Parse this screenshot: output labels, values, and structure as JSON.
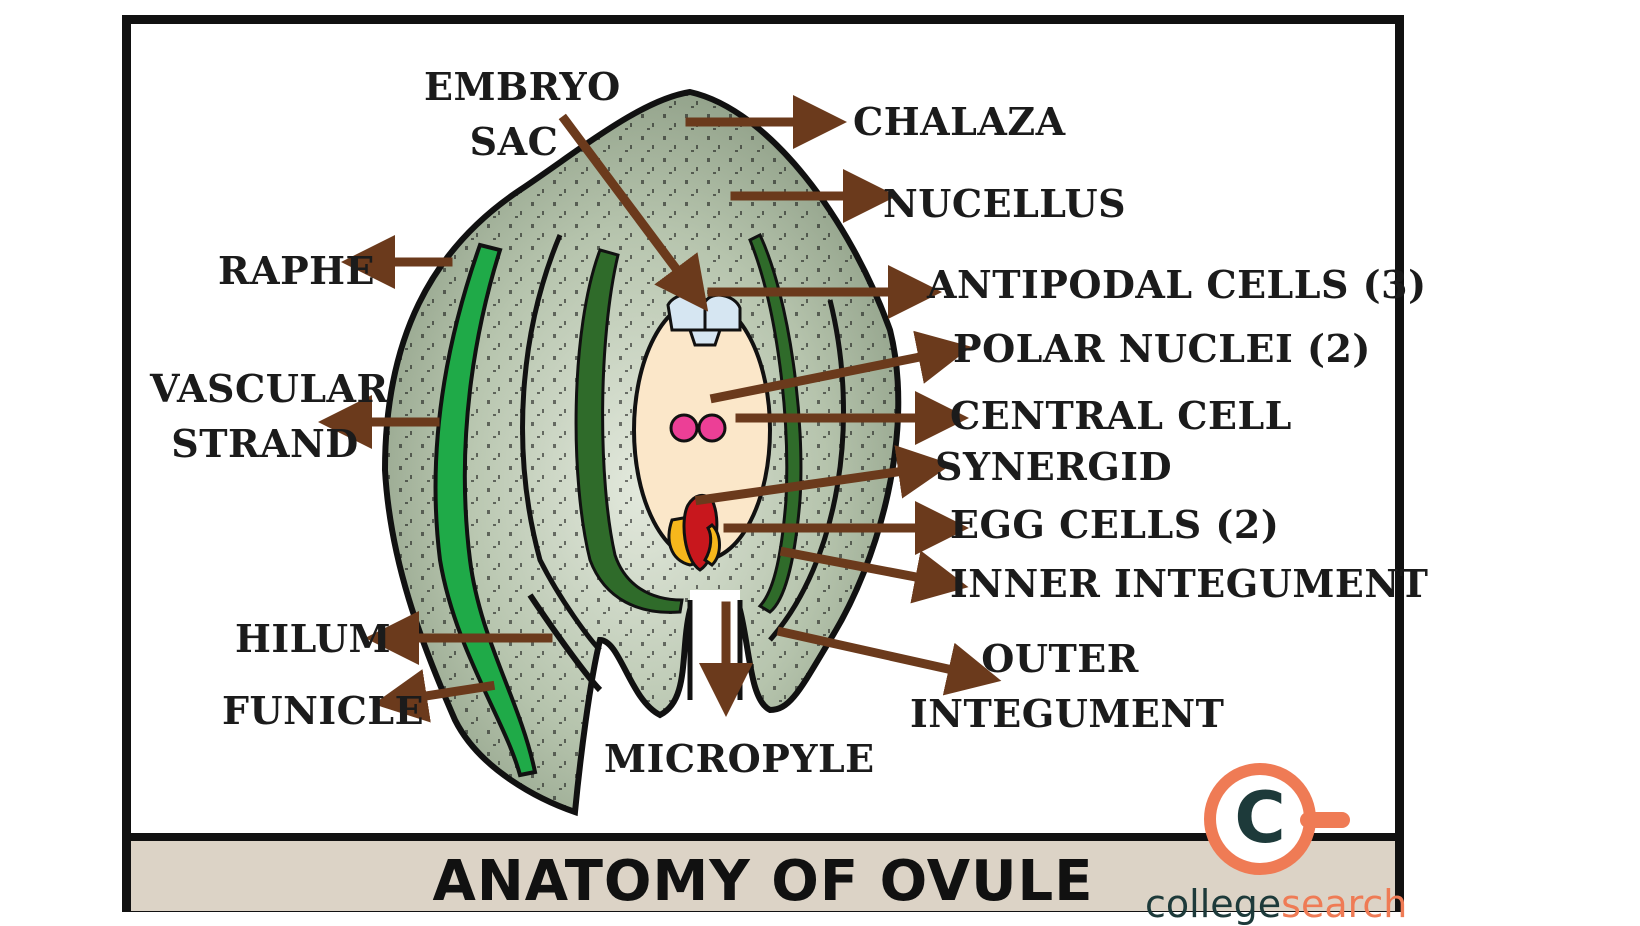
{
  "labels": {
    "embryo_sac": [
      "EMBRYO",
      "SAC"
    ],
    "chalaza": "CHALAZA",
    "nucellus": "NUCELLUS",
    "raphe": "RAPHE",
    "antipodal_cells": "ANTIPODAL CELLS (3)",
    "polar_nuclei": "POLAR NUCLEI (2)",
    "vascular_strand": [
      "VASCULAR",
      "STRAND"
    ],
    "central_cell": "CENTRAL CELL",
    "synergid": "SYNERGID",
    "egg_cells": "EGG CELLS (2)",
    "inner_integument": "INNER INTEGUMENT",
    "hilum": "HILUM",
    "outer_integument": [
      "OUTER",
      "INTEGUMENT"
    ],
    "funicle": "FUNICLE",
    "micropyle": "MICROPYLE"
  },
  "title": "ANATOMY OF OVULE",
  "brand": {
    "part1": "college",
    "part2": "search",
    "logo_letter": "C"
  },
  "colors": {
    "arrow": "#6b3a1c",
    "ovule_fill": "#a9b9a2",
    "vascular_green": "#1faa48",
    "integument_green": "#2f6b2a",
    "embryo_sac": "#fbe7c9",
    "polar_nuclei": "#ec3f96",
    "egg_cell": "#c8171d",
    "synergid": "#f6b71c",
    "antipodal": "#d6e6f2",
    "title_bar": "#dcd3c6",
    "brand_orange": "#ef7b55",
    "brand_dark": "#1d3a3a"
  }
}
